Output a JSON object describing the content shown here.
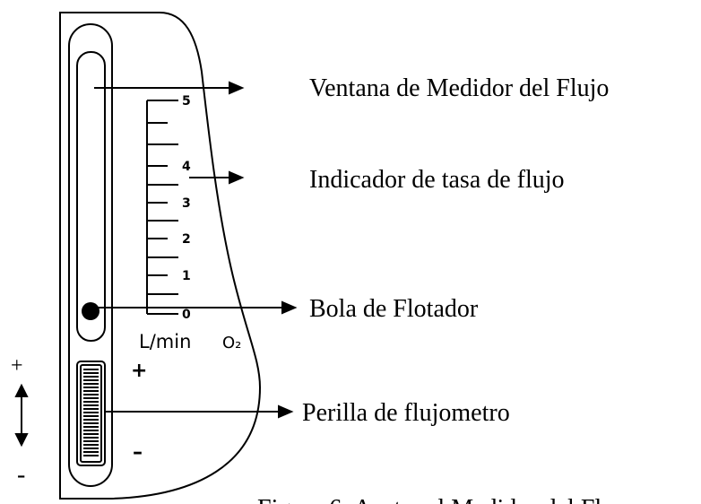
{
  "callouts": {
    "window": "Ventana de Medidor del Flujo",
    "indicator": "Indicador de tasa de flujo",
    "float_ball": "Bola de Flotador",
    "knob": "Perilla de flujometro"
  },
  "scale": {
    "ticks": [
      "0",
      "1",
      "2",
      "3",
      "4",
      "5"
    ],
    "unit": "L/min",
    "gas": "O₂"
  },
  "knob_marks": {
    "plus": "+",
    "minus": "–"
  },
  "side_marks": {
    "plus": "+",
    "minus": "-"
  },
  "caption": "Figura 6: Austar el Medidor del Fl"
}
